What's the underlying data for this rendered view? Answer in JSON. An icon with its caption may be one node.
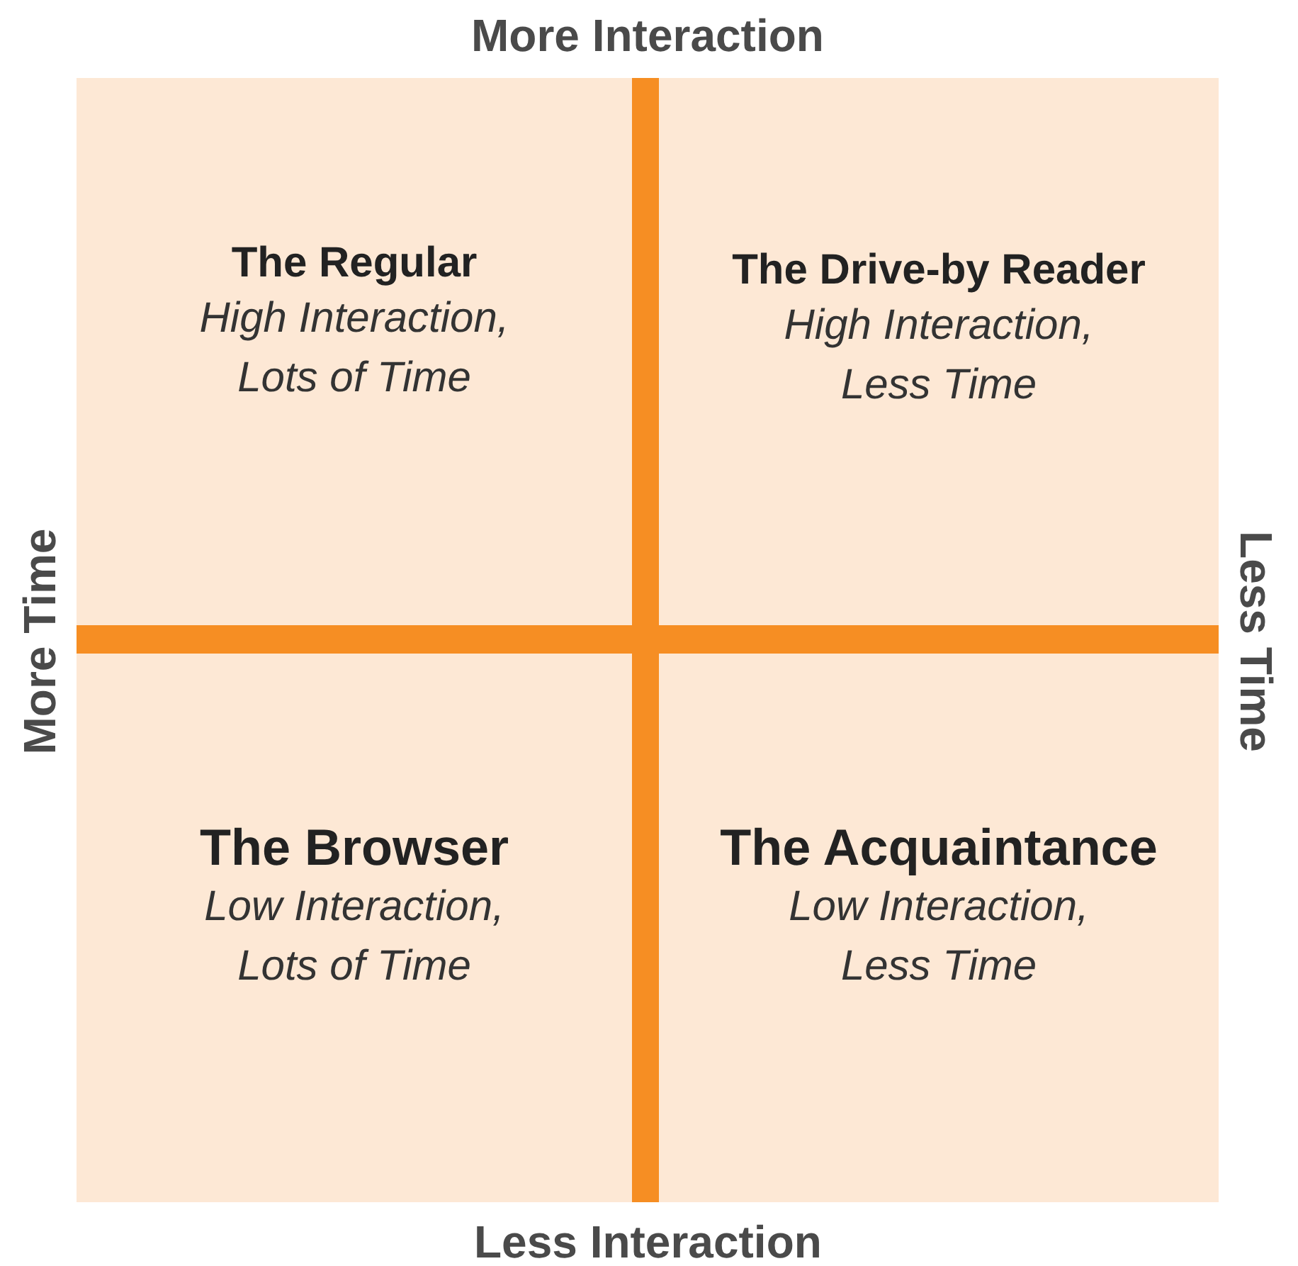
{
  "diagram": {
    "nodes": [
      {
        "text": [
          "The Regular",
          "High Interaction, Lots of Time"
        ]
      },
      {
        "text": [
          "The Drive-by Reader",
          "High Interaction, Less Time"
        ]
      },
      {
        "text": [
          "The Browser",
          "Low Interaction, Lots of Time"
        ]
      },
      {
        "text": [
          "The Acquaintance",
          "Low Interaction, Less Time"
        ]
      }
    ],
    "edges": [],
    "labels": [
      "More Interaction",
      "More Time",
      "Less Time",
      "Less Interaction"
    ]
  }
}
